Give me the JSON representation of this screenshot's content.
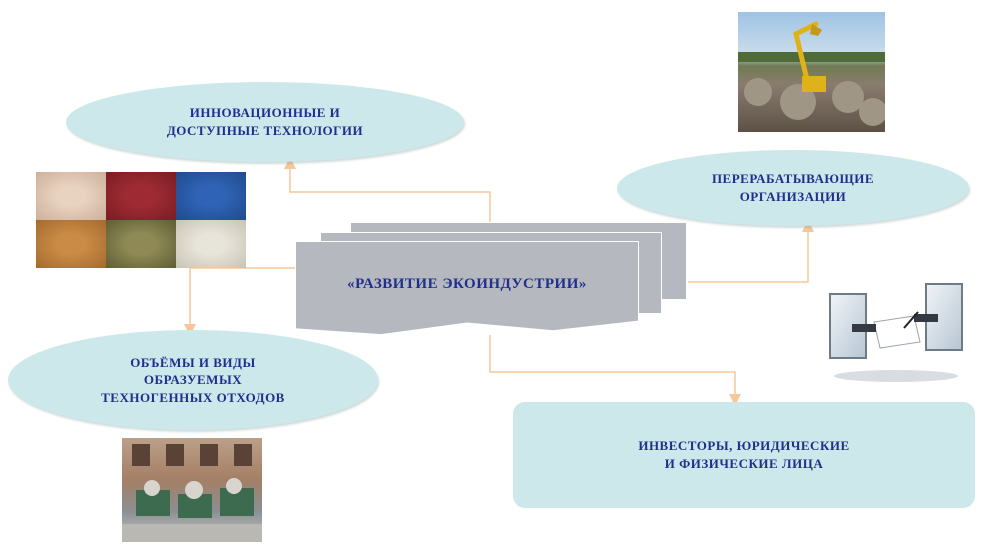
{
  "center": {
    "title": "«РАЗВИТИЕ ЭКОИНДУСТРИИ»"
  },
  "nodes": {
    "technologies": {
      "lines": [
        "ИННОВАЦИОННЫЕ И",
        "ДОСТУПНЫЕ ТЕХНОЛОГИИ"
      ]
    },
    "processing": {
      "lines": [
        "ПЕРЕРАБАТЫВАЮЩИЕ",
        "ОРГАНИЗАЦИИ"
      ]
    },
    "waste": {
      "lines": [
        "ОБЪЁМЫ И ВИДЫ",
        "ОБРАЗУЕМЫХ",
        "ТЕХНОГЕННЫХ ОТХОДОВ"
      ]
    },
    "investors": {
      "lines": [
        "ИНВЕСТОРЫ, ЮРИДИЧЕСКИЕ",
        "И ФИЗИЧЕСКИЕ ЛИЦА"
      ]
    }
  },
  "colors": {
    "node_fill": "#cde8ea",
    "node_text": "#1f2f8c",
    "connector": "#f5c79a",
    "doc_fill": "#b5b8bf"
  },
  "images": {
    "samples": "material-samples-grid",
    "excavator": "excavator-landfill-photo",
    "handshake": "screen-handshake-illustration",
    "dumpsters": "dumpsters-photo"
  }
}
